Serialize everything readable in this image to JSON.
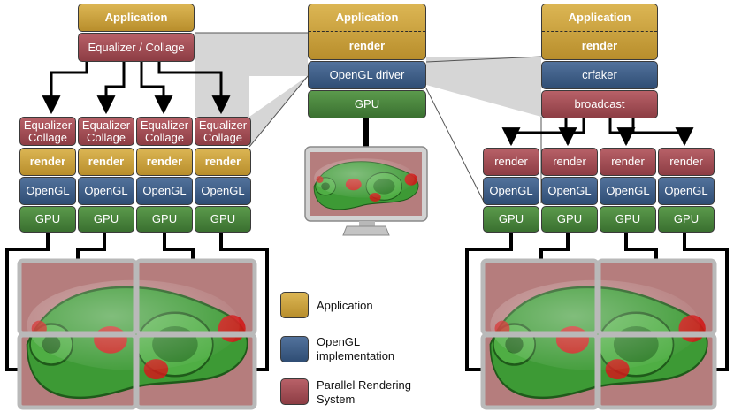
{
  "left": {
    "application": "Application",
    "equalizer_collage": "Equalizer / Collage",
    "nodes": [
      {
        "eq_line1": "Equalizer",
        "eq_line2": "Collage",
        "render": "render",
        "opengl": "OpenGL",
        "gpu": "GPU"
      },
      {
        "eq_line1": "Equalizer",
        "eq_line2": "Collage",
        "render": "render",
        "opengl": "OpenGL",
        "gpu": "GPU"
      },
      {
        "eq_line1": "Equalizer",
        "eq_line2": "Collage",
        "render": "render",
        "opengl": "OpenGL",
        "gpu": "GPU"
      },
      {
        "eq_line1": "Equalizer",
        "eq_line2": "Collage",
        "render": "render",
        "opengl": "OpenGL",
        "gpu": "GPU"
      }
    ]
  },
  "center": {
    "application": "Application",
    "render": "render",
    "opengl_driver": "OpenGL driver",
    "gpu": "GPU"
  },
  "right": {
    "application": "Application",
    "render": "render",
    "crfaker": "crfaker",
    "broadcast": "broadcast",
    "nodes": [
      {
        "render": "render",
        "opengl": "OpenGL",
        "gpu": "GPU"
      },
      {
        "render": "render",
        "opengl": "OpenGL",
        "gpu": "GPU"
      },
      {
        "render": "render",
        "opengl": "OpenGL",
        "gpu": "GPU"
      },
      {
        "render": "render",
        "opengl": "OpenGL",
        "gpu": "GPU"
      }
    ]
  },
  "legend": {
    "application": "Application",
    "opengl_line1": "OpenGL",
    "opengl_line2": "implementation",
    "prs_line1": "Parallel Rendering",
    "prs_line2": "System"
  },
  "colors": {
    "application": "#c9a23e",
    "opengl": "#3f5f88",
    "parallel_rendering_system": "#a44f57",
    "gpu": "#4a8540",
    "render_background": "#b57d7d",
    "model_green": "#3d9a35",
    "model_red": "#d01a1a"
  },
  "icons": [
    "monitor-icon",
    "rendered-model-image"
  ]
}
